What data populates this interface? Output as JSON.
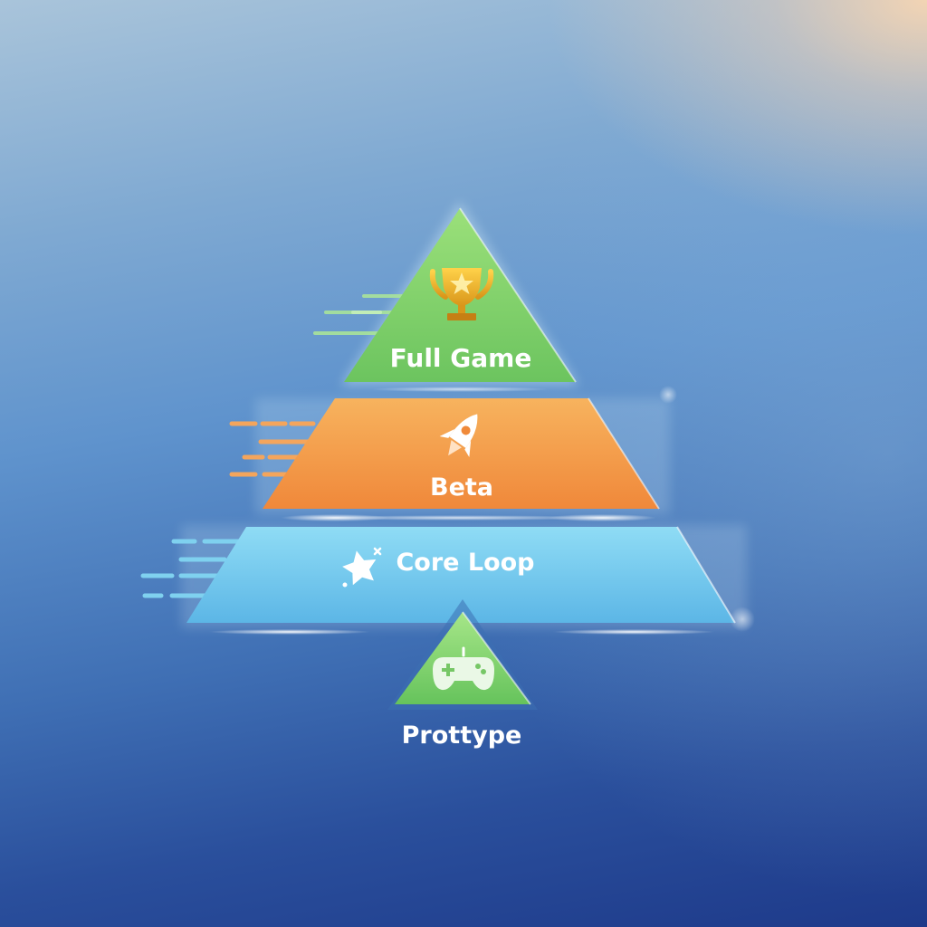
{
  "diagram": {
    "tiers": [
      {
        "label": "Full Game",
        "icon": "trophy-icon",
        "color": "#7ed36f"
      },
      {
        "label": "Beta",
        "icon": "rocket-icon",
        "color": "#f59a45"
      },
      {
        "label": "Core Loop",
        "icon": "star-icon",
        "color": "#7fd1ef"
      },
      {
        "label": "Prottype",
        "icon": "gamepad-icon",
        "color": "#86d66f"
      }
    ]
  }
}
